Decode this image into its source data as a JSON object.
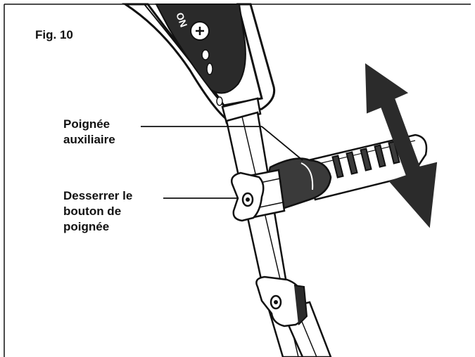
{
  "figure": {
    "label": "Fig. 10",
    "callouts": [
      {
        "text": "Poignée\nauxiliaire"
      },
      {
        "text": "Desserrer le\nbouton de\npoignée"
      }
    ],
    "housing_markings": "ON"
  },
  "colors": {
    "line": "#111111",
    "arrow": "#2b2b2b",
    "grip": "#3a3a3a",
    "background": "#ffffff"
  }
}
